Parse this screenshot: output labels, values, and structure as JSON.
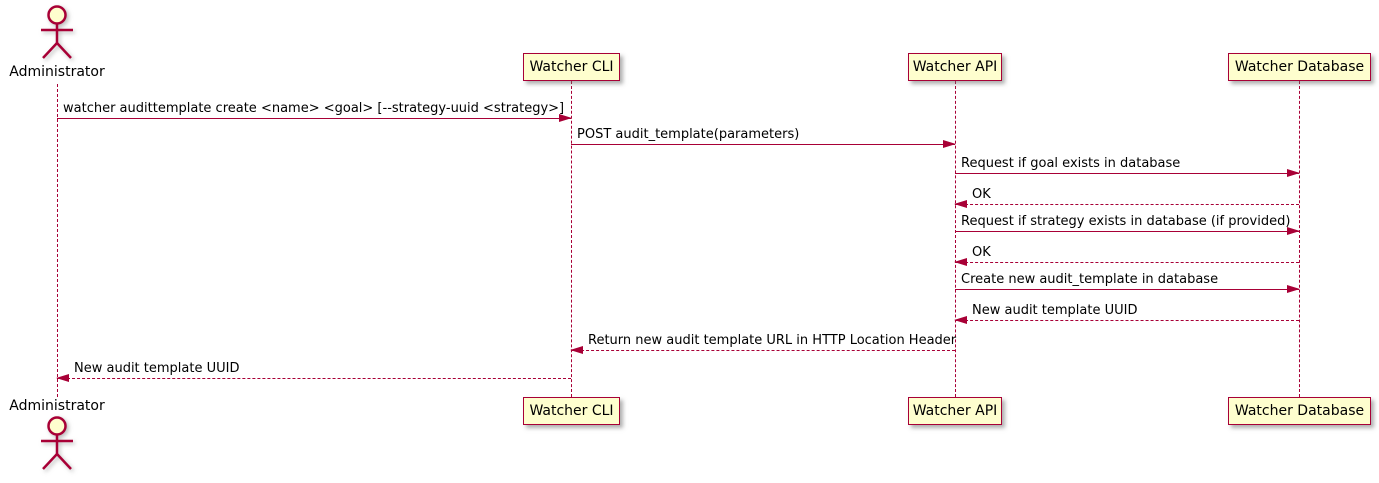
{
  "diagram_type": "uml-sequence-diagram",
  "colors": {
    "line_color": "#A80036",
    "participant_fill": "#FEFECE",
    "text_color": "#000000",
    "background": "#FFFFFF"
  },
  "actors": {
    "administrator": {
      "label": "Administrator"
    }
  },
  "participants": [
    {
      "id": "watcher-cli",
      "label": "Watcher CLI"
    },
    {
      "id": "watcher-api",
      "label": "Watcher API"
    },
    {
      "id": "watcher-database",
      "label": "Watcher Database"
    }
  ],
  "messages": [
    {
      "from": "Administrator",
      "to": "Watcher CLI",
      "label": "watcher audittemplate create <name> <goal> [--strategy-uuid <strategy>]",
      "line": "solid",
      "direction": "right"
    },
    {
      "from": "Watcher CLI",
      "to": "Watcher API",
      "label": "POST audit_template(parameters)",
      "line": "solid",
      "direction": "right"
    },
    {
      "from": "Watcher API",
      "to": "Watcher Database",
      "label": "Request if goal exists in database",
      "line": "solid",
      "direction": "right"
    },
    {
      "from": "Watcher Database",
      "to": "Watcher API",
      "label": "OK",
      "line": "dashed",
      "direction": "left"
    },
    {
      "from": "Watcher API",
      "to": "Watcher Database",
      "label": "Request if strategy exists in database (if provided)",
      "line": "solid",
      "direction": "right"
    },
    {
      "from": "Watcher Database",
      "to": "Watcher API",
      "label": "OK",
      "line": "dashed",
      "direction": "left"
    },
    {
      "from": "Watcher API",
      "to": "Watcher Database",
      "label": "Create new audit_template in database",
      "line": "solid",
      "direction": "right"
    },
    {
      "from": "Watcher Database",
      "to": "Watcher API",
      "label": "New audit template UUID",
      "line": "dashed",
      "direction": "left"
    },
    {
      "from": "Watcher API",
      "to": "Watcher CLI",
      "label": "Return new audit template URL in HTTP Location Header",
      "line": "dashed",
      "direction": "left"
    },
    {
      "from": "Watcher CLI",
      "to": "Administrator",
      "label": "New audit template UUID",
      "line": "dashed",
      "direction": "left"
    }
  ]
}
